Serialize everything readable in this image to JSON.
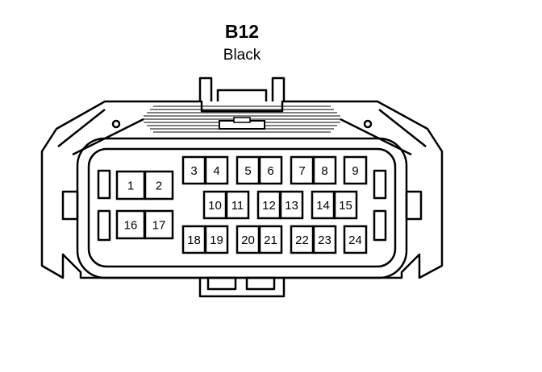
{
  "connector": {
    "id": "B12",
    "color": "Black"
  },
  "pins": [
    {
      "id": "1",
      "label": "1"
    },
    {
      "id": "2",
      "label": "2"
    },
    {
      "id": "3",
      "label": "3"
    },
    {
      "id": "4",
      "label": "4"
    },
    {
      "id": "5",
      "label": "5"
    },
    {
      "id": "6",
      "label": "6"
    },
    {
      "id": "7",
      "label": "7"
    },
    {
      "id": "8",
      "label": "8"
    },
    {
      "id": "9",
      "label": "9"
    },
    {
      "id": "10",
      "label": "10"
    },
    {
      "id": "11",
      "label": "11"
    },
    {
      "id": "12",
      "label": "12"
    },
    {
      "id": "13",
      "label": "13"
    },
    {
      "id": "14",
      "label": "14"
    },
    {
      "id": "15",
      "label": "15"
    },
    {
      "id": "16",
      "label": "16"
    },
    {
      "id": "17",
      "label": "17"
    },
    {
      "id": "18",
      "label": "18"
    },
    {
      "id": "19",
      "label": "19"
    },
    {
      "id": "20",
      "label": "20"
    },
    {
      "id": "21",
      "label": "21"
    },
    {
      "id": "22",
      "label": "22"
    },
    {
      "id": "23",
      "label": "23"
    },
    {
      "id": "24",
      "label": "24"
    }
  ]
}
